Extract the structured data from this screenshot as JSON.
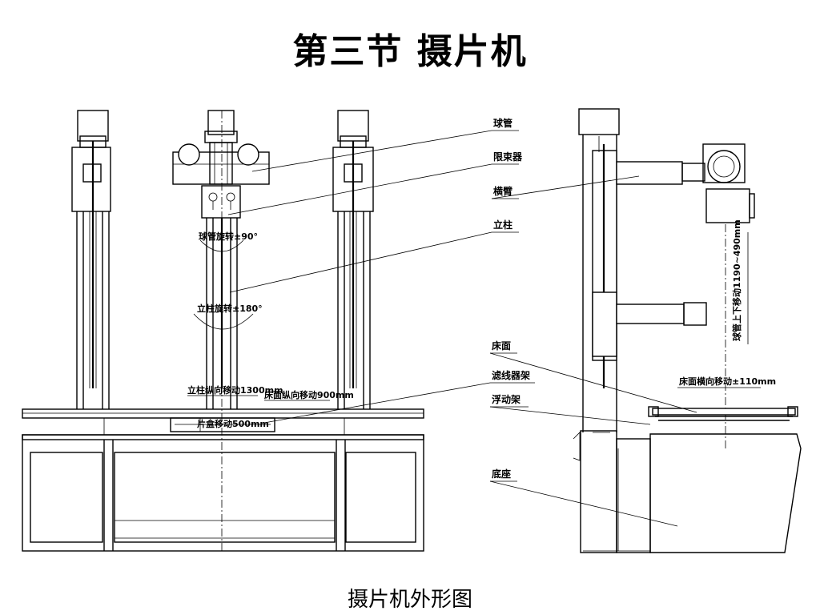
{
  "slide": {
    "title": "第三节   摄片机",
    "caption": "摄片机外形图"
  },
  "diagram": {
    "labels": [
      {
        "id": "tube",
        "text": "球管"
      },
      {
        "id": "collimator",
        "text": "限束器"
      },
      {
        "id": "arm",
        "text": "横臂"
      },
      {
        "id": "column",
        "text": "立柱"
      },
      {
        "id": "table-top",
        "text": "床面"
      },
      {
        "id": "grid-holder",
        "text": "滤线器架"
      },
      {
        "id": "floating-frame",
        "text": "浮动架"
      },
      {
        "id": "base",
        "text": "底座"
      }
    ],
    "dimensions": {
      "tube_rotation": "球管旋转±90°",
      "column_rotation": "立柱旋转±180°",
      "column_longitudinal": "立柱纵向移动1300mm",
      "table_longitudinal": "床面纵向移动900mm",
      "cassette_move": "片盒移动500mm",
      "tube_vertical": "球管上下移动1190~490mm",
      "table_lateral": "床面横向移动±110mm"
    }
  }
}
